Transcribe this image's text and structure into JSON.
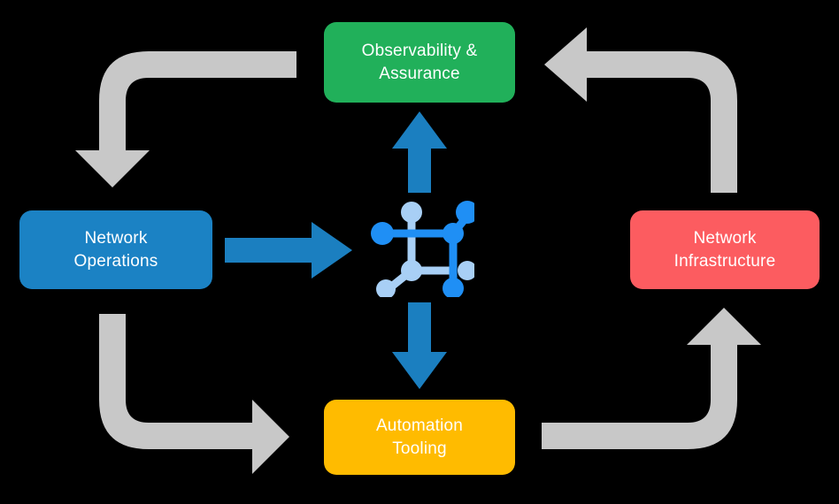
{
  "diagram": {
    "title": "Network automation lifecycle cycle diagram",
    "background_color": "#000000",
    "nodes": [
      {
        "id": "observability",
        "label": "Observability &\nAssurance",
        "color": "#21B05A",
        "text_color": "#FFFFFF",
        "position": "top"
      },
      {
        "id": "network-operations",
        "label": "Network\nOperations",
        "color": "#1B82C4",
        "text_color": "#FFFFFF",
        "position": "left"
      },
      {
        "id": "network-infrastructure",
        "label": "Network\nInfrastructure",
        "color": "#FC5C60",
        "text_color": "#FFFFFF",
        "position": "right"
      },
      {
        "id": "automation-tooling",
        "label": "Automation\nTooling",
        "color": "#FFBB00",
        "text_color": "#FFFFFF",
        "position": "bottom"
      }
    ],
    "center_icon": {
      "name": "network-topology-icon",
      "primary_color": "#1F8FF5",
      "secondary_color": "#A8CFF5"
    },
    "connectors": {
      "straight_color": "#1B7FC0",
      "curved_color": "#C8C8C8",
      "straight": [
        {
          "id": "ops-to-hub",
          "from": "network-operations",
          "to": "center",
          "direction": "right"
        },
        {
          "id": "hub-to-observability",
          "from": "center",
          "to": "observability",
          "direction": "up"
        },
        {
          "id": "hub-to-automation",
          "from": "center",
          "to": "automation-tooling",
          "direction": "down"
        }
      ],
      "curved": [
        {
          "id": "observability-to-ops",
          "from": "observability",
          "to": "network-operations",
          "direction": "down-left"
        },
        {
          "id": "infrastructure-to-observability",
          "from": "network-infrastructure",
          "to": "observability",
          "direction": "up-left"
        },
        {
          "id": "ops-to-automation",
          "from": "network-operations",
          "to": "automation-tooling",
          "direction": "down-right"
        },
        {
          "id": "automation-to-infrastructure",
          "from": "automation-tooling",
          "to": "network-infrastructure",
          "direction": "up-right"
        }
      ]
    }
  }
}
